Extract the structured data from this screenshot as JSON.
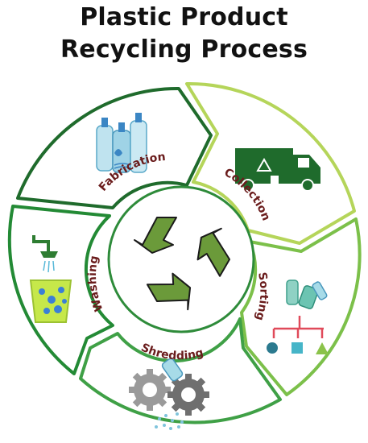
{
  "title": {
    "line1": "Plastic Product",
    "line2": "Recycling Process"
  },
  "steps": [
    {
      "label": "Fabrication",
      "icon": "water-bottles-icon",
      "color": "#1f7a2e"
    },
    {
      "label": "Collection",
      "icon": "recycling-truck-icon",
      "color": "#a8cf45"
    },
    {
      "label": "Sorting",
      "icon": "sorting-tree-icon",
      "color": "#8bc34a"
    },
    {
      "label": "Shredding",
      "icon": "gears-icon",
      "color": "#4caf50"
    },
    {
      "label": "Washing",
      "icon": "shower-bucket-icon",
      "color": "#2e8b3a"
    }
  ],
  "center_icon": "recycle-symbol-icon",
  "colors": {
    "dark_green": "#1f6b2c",
    "light_green": "#b5d55a",
    "mid_green": "#3fa046",
    "recycle_fill": "#6b9a3a",
    "label_text": "#6a1c1c"
  }
}
